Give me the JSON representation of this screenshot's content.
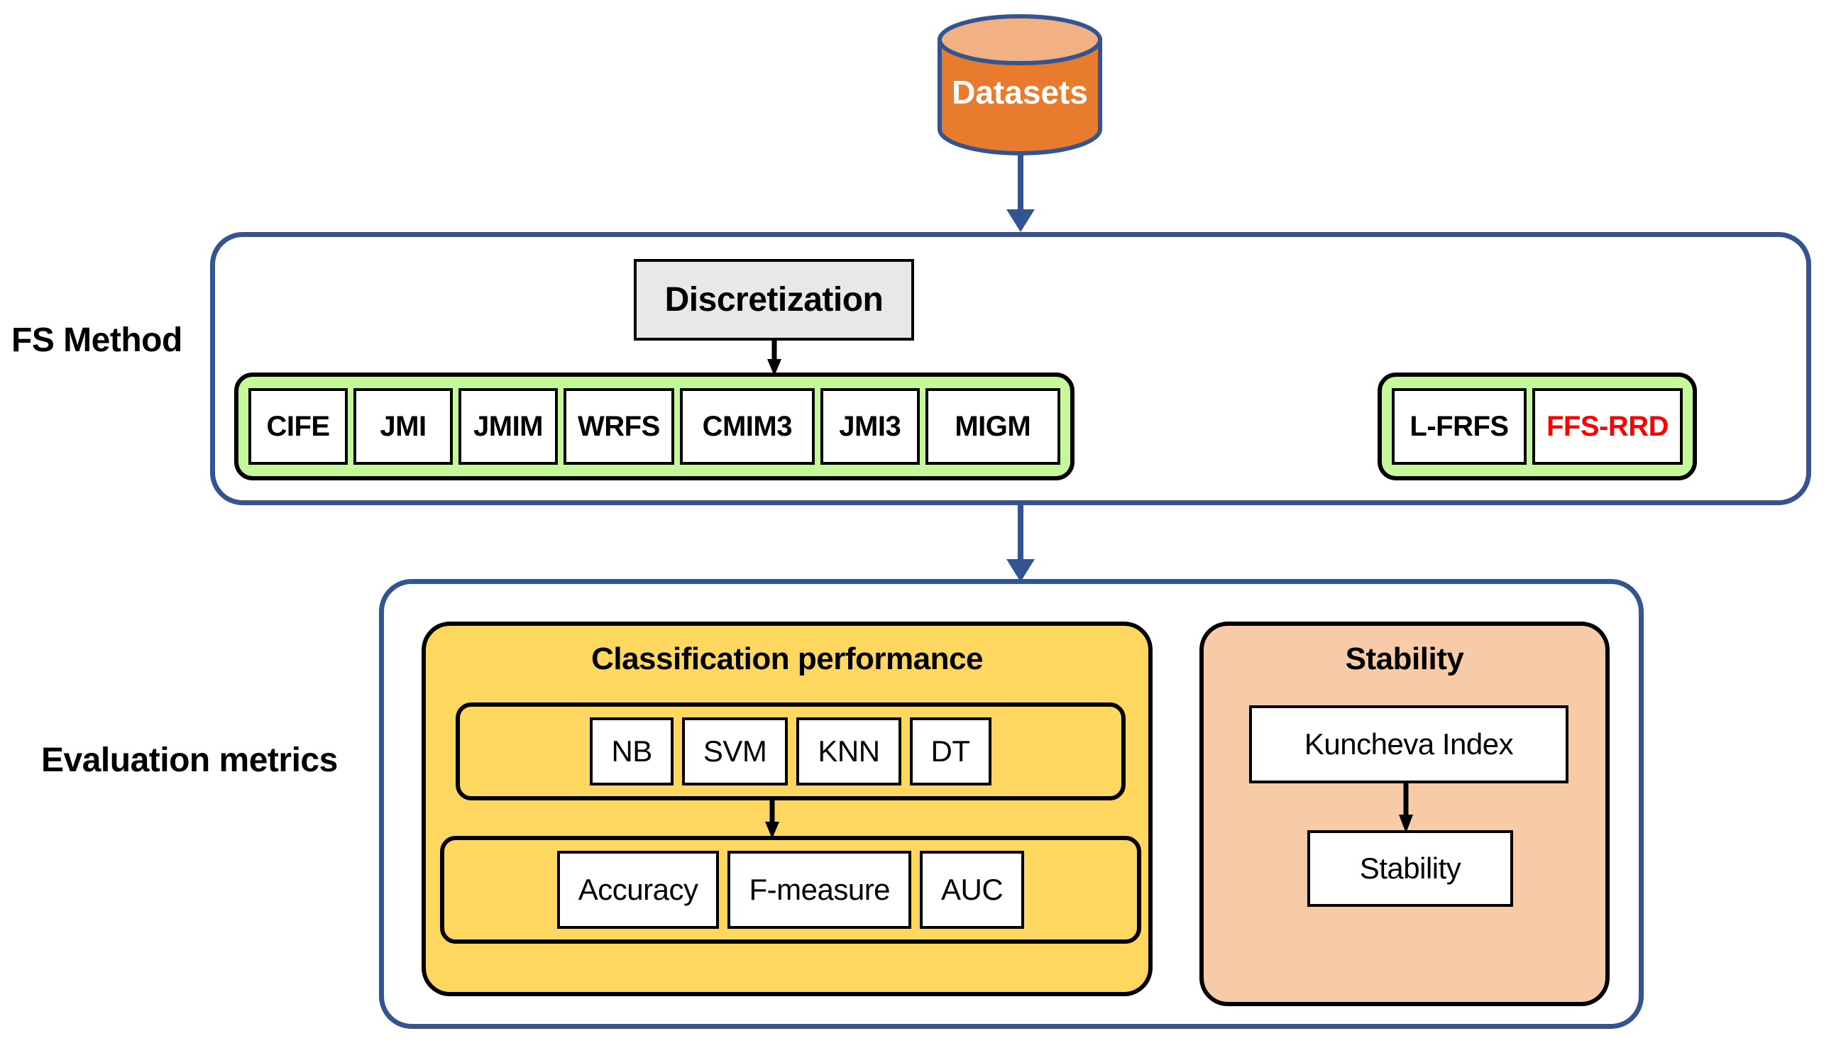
{
  "diagram": {
    "source": {
      "label": "Datasets",
      "icon": "database-cylinder-icon",
      "fill": "#e97b2e",
      "top_fill": "#f2b183",
      "stroke": "#345391"
    },
    "connectors": {
      "datasets_to_fs": "arrow-down",
      "fs_to_evaluation": "arrow-down",
      "discretization_to_methods": "arrow-down",
      "classifiers_to_metrics": "arrow-down",
      "kuncheva_to_stability": "arrow-down",
      "blue": "#345391",
      "black": "#000000"
    },
    "stages": [
      {
        "side_label": "FS Method",
        "preprocess": {
          "label": "Discretization",
          "fill": "#e8e8e8"
        },
        "groups": [
          {
            "name": "discretization-dependent-methods",
            "fill": "#c6f79a",
            "items": [
              {
                "label": "CIFE",
                "highlight": false
              },
              {
                "label": "JMI",
                "highlight": false
              },
              {
                "label": "JMIM",
                "highlight": false
              },
              {
                "label": "WRFS",
                "highlight": false
              },
              {
                "label": "CMIM3",
                "highlight": false
              },
              {
                "label": "JMI3",
                "highlight": false
              },
              {
                "label": "MIGM",
                "highlight": false
              }
            ]
          },
          {
            "name": "fuzzy-rough-methods",
            "fill": "#c6f79a",
            "items": [
              {
                "label": "L-FRFS",
                "highlight": false
              },
              {
                "label": "FFS-RRD",
                "highlight": true,
                "color": "#ff0000"
              }
            ]
          }
        ]
      },
      {
        "side_label": "Evaluation metrics",
        "panels": [
          {
            "name": "classification-performance",
            "title": "Classification performance",
            "fill": "#fdd75f",
            "classifiers": [
              "NB",
              "SVM",
              "KNN",
              "DT"
            ],
            "metrics": [
              "Accuracy",
              "F-measure",
              "AUC"
            ]
          },
          {
            "name": "stability",
            "title": "Stability",
            "fill": "#f8cba8",
            "measure": "Kuncheva Index",
            "result": "Stability"
          }
        ]
      }
    ]
  }
}
